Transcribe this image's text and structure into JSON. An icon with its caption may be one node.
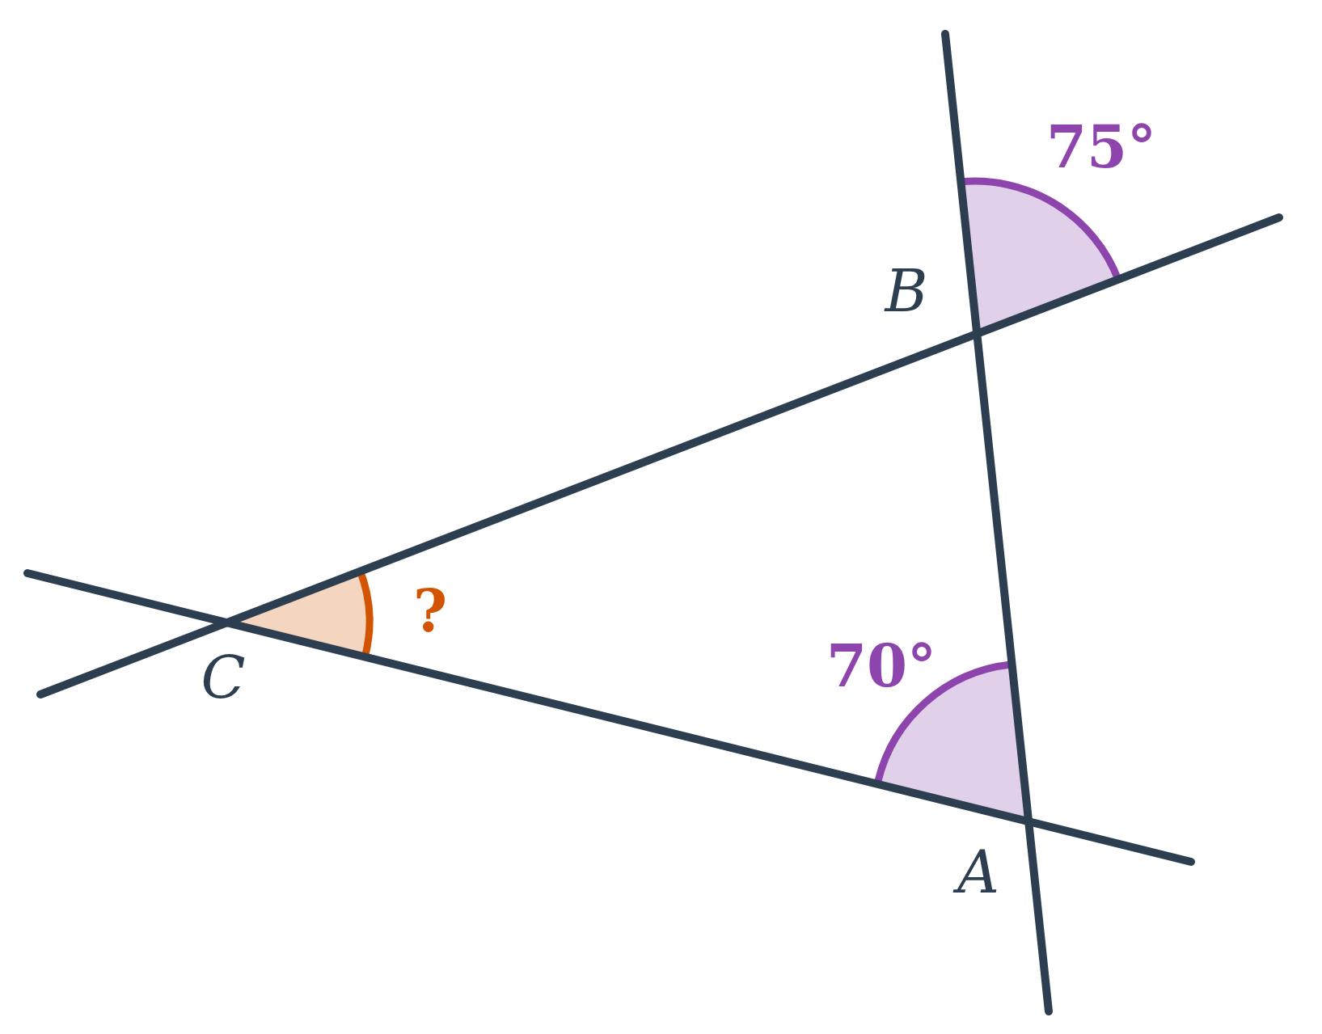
{
  "diagram": {
    "labels": [
      "75°",
      "B",
      "?",
      "70°",
      "C",
      "A"
    ]
  }
}
